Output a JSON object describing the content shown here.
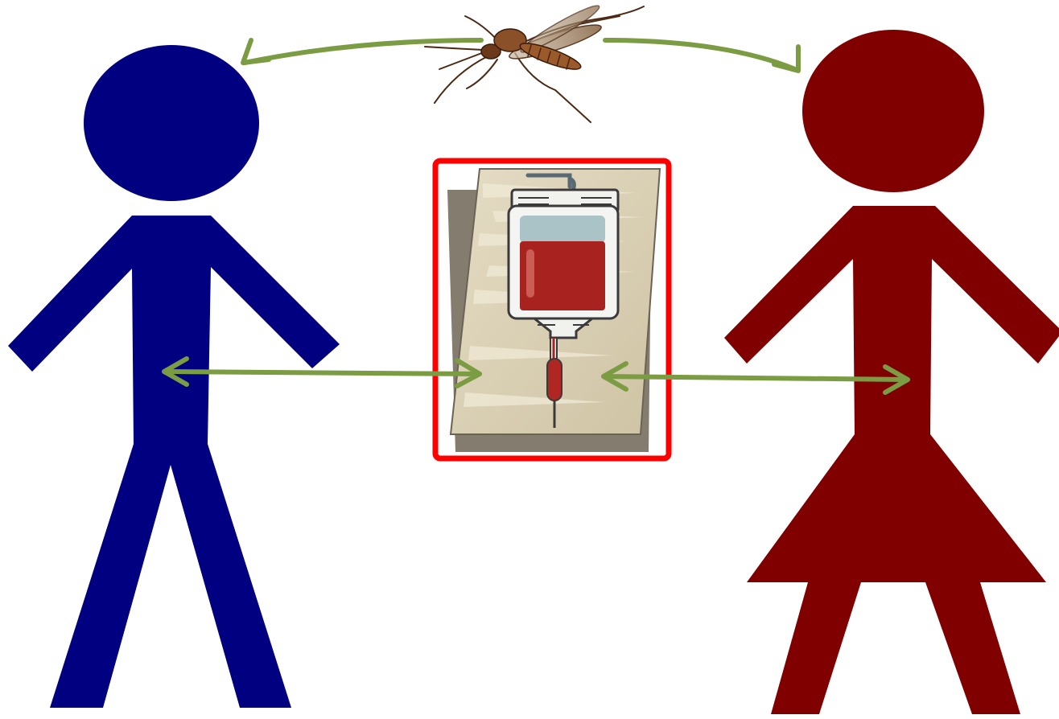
{
  "colors": {
    "background": "#ffffff",
    "male_figure": "#000080",
    "female_figure": "#800000",
    "arrow": "#7c9c44",
    "frame_border": "#ff0000",
    "card_paper": "#d8cdb0",
    "card_shadow": "#857c70",
    "blood": "#a8231f",
    "bag_outline": "#3a3a3a",
    "mosquito_body": "#7a4a2a"
  },
  "icons": {
    "male_person": "male-person-icon",
    "female_person": "female-person-icon",
    "mosquito": "mosquito-icon",
    "blood_bag": "blood-transfusion-bag-icon"
  },
  "arrows": [
    {
      "name": "mosquito-to-male",
      "direction": "one-way"
    },
    {
      "name": "mosquito-to-female",
      "direction": "one-way"
    },
    {
      "name": "male-transfusion",
      "direction": "two-way"
    },
    {
      "name": "female-transfusion",
      "direction": "two-way"
    }
  ]
}
